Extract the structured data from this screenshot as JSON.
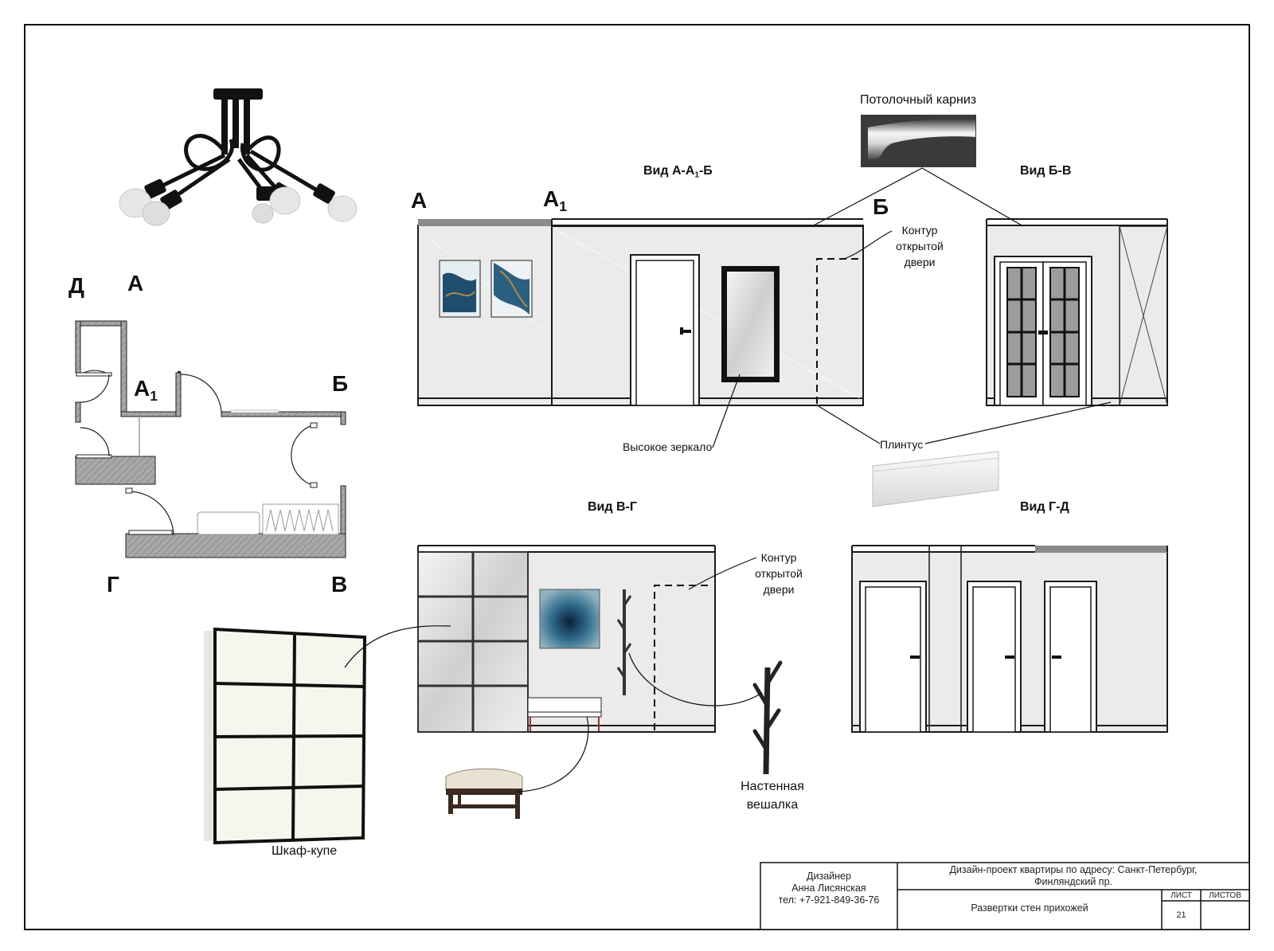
{
  "views": {
    "a_a1_b": {
      "title_prefix": "Вид А-А",
      "title_sub": "1",
      "title_suffix": "-Б"
    },
    "b_v": {
      "title": "Вид Б-В"
    },
    "v_g": {
      "title": "Вид В-Г"
    },
    "g_d": {
      "title": "Вид Г-Д"
    }
  },
  "elevation_marks": {
    "a": "А",
    "a1_main": "А",
    "a1_sub": "1",
    "b": "Б"
  },
  "plan_marks": {
    "d": "Д",
    "a": "А",
    "a1_main": "А",
    "a1_sub": "1",
    "b": "Б",
    "g": "Г",
    "v": "В"
  },
  "callouts": {
    "ceiling_cornice": "Потолочный карниз",
    "door_outline_top_1": "Контур",
    "door_outline_top_2": "открытой",
    "door_outline_top_3": "двери",
    "door_outline_bottom_1": "Контур",
    "door_outline_bottom_2": "открытой",
    "door_outline_bottom_3": "двери",
    "tall_mirror": "Высокое зеркало",
    "plinth": "Плинтус",
    "wall_hanger_1": "Настенная",
    "wall_hanger_2": "вешалка",
    "wardrobe": "Шкаф-купе"
  },
  "title_block": {
    "designer_role": "Дизайнер",
    "designer_name": "Анна Лисянская",
    "designer_phone": "тел: +7-921-849-36-76",
    "project_line1": "Дизайн-проект квартиры по адресу: Санкт-Петербург,",
    "project_line2": "Финляндский пр.",
    "sheet_title": "Развертки стен прихожей",
    "sheet_label": "ЛИСТ",
    "sheets_label": "ЛИСТОВ",
    "sheet_number": "21",
    "sheets_total": ""
  },
  "colors": {
    "wall_fill": "#ebebeb",
    "line": "#1a1a1a",
    "dark_band": "#8a8a8a",
    "wall_hatch": "#8c8c8c",
    "art_blue": "#1f4d6e",
    "art_gold": "#b08a3e"
  }
}
